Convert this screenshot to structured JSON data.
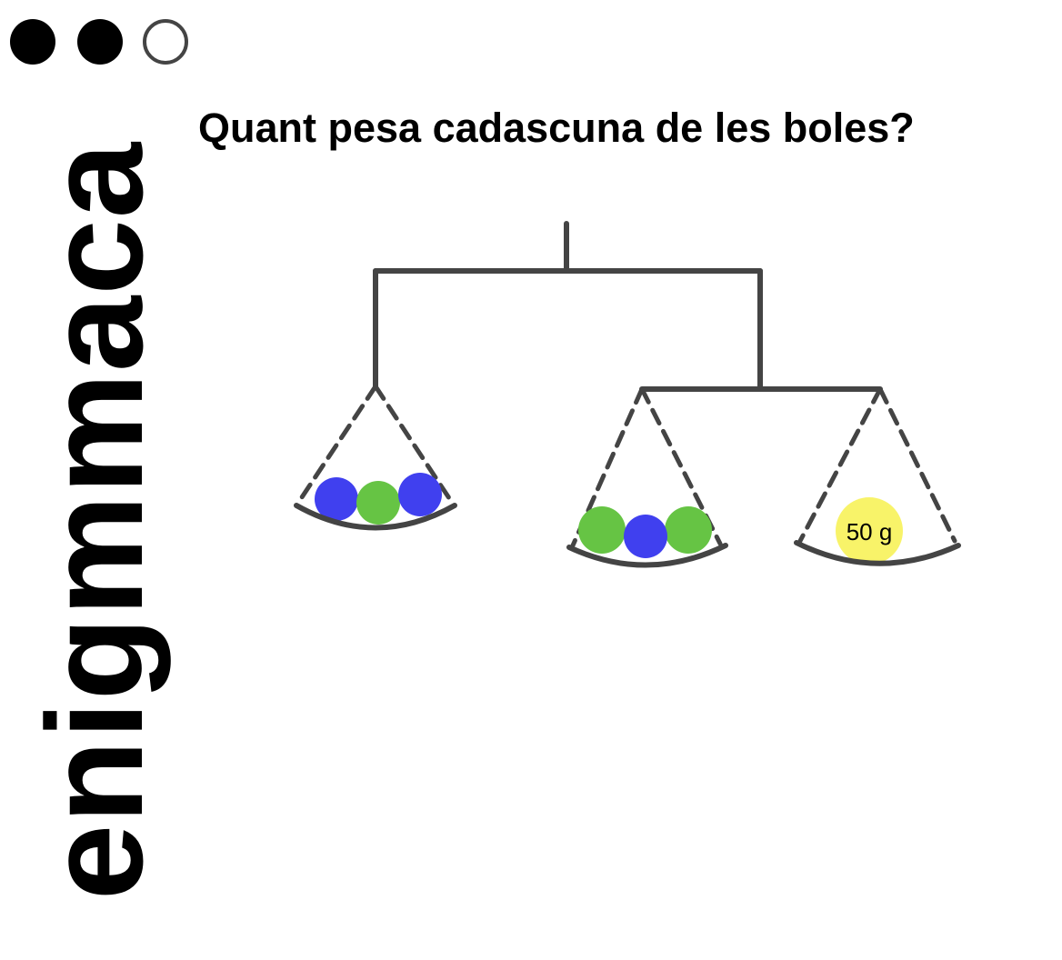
{
  "brand": {
    "name": "enigmmaca",
    "progress": {
      "filled": 2,
      "total": 3
    }
  },
  "question": "Quant pesa cadascuna de les boles?",
  "scale": {
    "left_pan": {
      "balls": [
        "blue",
        "green",
        "blue"
      ]
    },
    "right_pan_left": {
      "balls": [
        "green",
        "blue",
        "green"
      ]
    },
    "right_pan_right": {
      "balls": [
        "yellow"
      ],
      "weight_label": "50 g"
    }
  },
  "colors": {
    "blue": "#4040ef",
    "green": "#66c444",
    "yellow": "#f7f25c",
    "beam": "#444444"
  }
}
